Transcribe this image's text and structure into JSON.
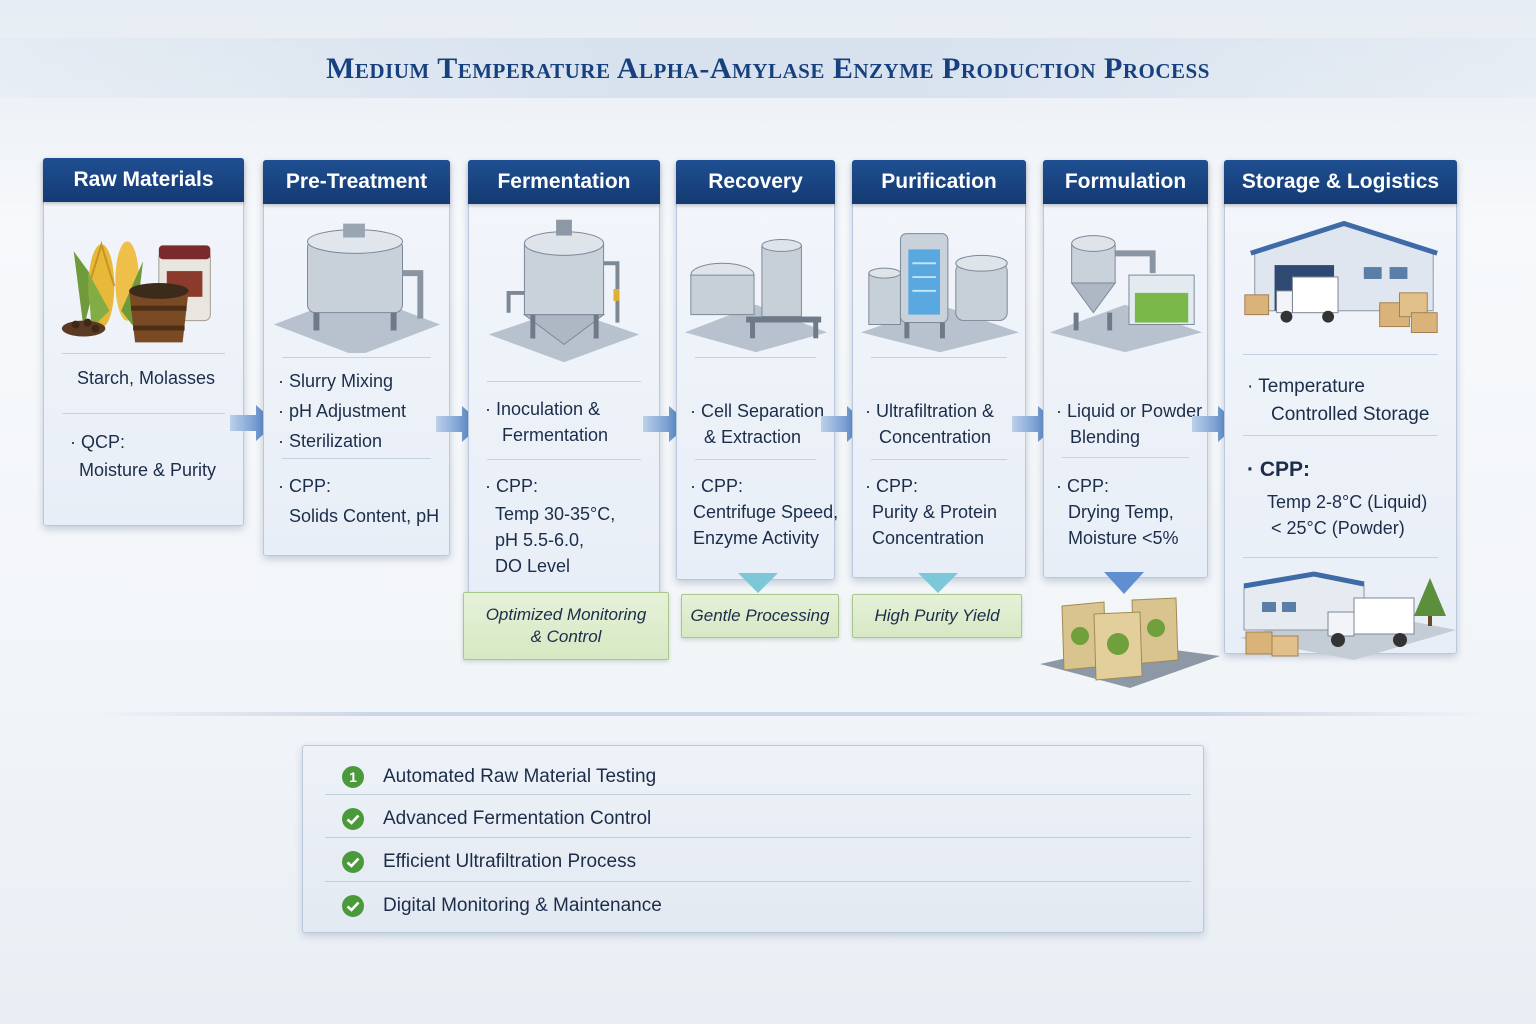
{
  "title": "Medium Temperature Alpha-Amylase Enzyme Production Process",
  "stages": [
    {
      "name": "Raw Materials",
      "top_text": "Starch, Molasses",
      "qcp_label": "QCP:",
      "qcp_value": "Moisture & Purity"
    },
    {
      "name": "Pre-Treatment",
      "bullets": [
        "Slurry Mixing",
        "pH Adjustment",
        "Sterilization"
      ],
      "cpp_label": "CPP:",
      "cpp_value": "Solids Content, pH"
    },
    {
      "name": "Fermentation",
      "bullets": [
        "Inoculation &",
        "Fermentation"
      ],
      "cpp_label": "CPP:",
      "cpp_lines": [
        "Temp 30-35°C,",
        "pH 5.5-6.0,",
        "DO Level"
      ],
      "tag": [
        "Optimized Monitoring",
        "& Control"
      ]
    },
    {
      "name": "Recovery",
      "bullets": [
        "Cell Separation",
        "& Extraction"
      ],
      "cpp_label": "CPP:",
      "cpp_lines": [
        "Centrifuge Speed,",
        "Enzyme Activity"
      ],
      "tag": [
        "Gentle Processing"
      ]
    },
    {
      "name": "Purification",
      "bullets": [
        "Ultrafiltration &",
        "Concentration"
      ],
      "cpp_label": "CPP:",
      "cpp_lines": [
        "Purity & Protein",
        "Concentration"
      ],
      "tag": [
        "High Purity Yield"
      ]
    },
    {
      "name": "Formulation",
      "bullets": [
        "Liquid or Powder",
        "Blending"
      ],
      "cpp_label": "CPP:",
      "cpp_lines": [
        "Drying Temp,",
        "Moisture <5%"
      ]
    },
    {
      "name": "Storage & Logistics",
      "bullets": [
        "Temperature",
        "Controlled Storage"
      ],
      "cpp_label": "CPP:",
      "cpp_lines": [
        "Temp 2-8°C (Liquid)",
        "< 25°C (Powder)"
      ]
    }
  ],
  "features": [
    {
      "number": "1",
      "label": "Automated Raw Material Testing"
    },
    {
      "label": "Advanced Fermentation Control"
    },
    {
      "label": "Efficient Ultrafiltration Process"
    },
    {
      "label": "Digital Monitoring & Maintenance"
    }
  ],
  "colors": {
    "header_blue": "#1a4585",
    "arrow_blue": "#4a7ec4",
    "tag_green": "#d6e8c3",
    "check_green": "#4a9a3c"
  },
  "icons": [
    "corn-icon",
    "jar-icon",
    "barrel-icon",
    "tank-icon",
    "fermenter-icon",
    "separator-icon",
    "filter-column-icon",
    "dryer-icon",
    "warehouse-icon",
    "truck-icon",
    "box-icon",
    "bag-icon",
    "check-icon"
  ]
}
